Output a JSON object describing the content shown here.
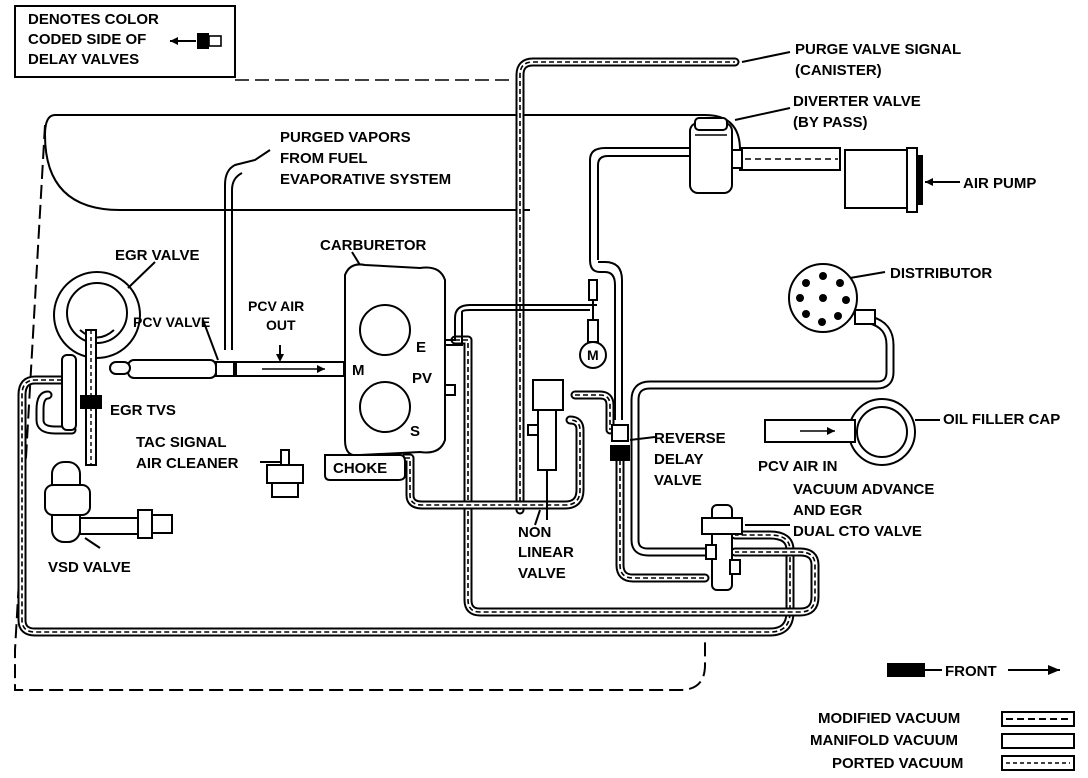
{
  "legend_box": {
    "line1": "DENOTES COLOR",
    "line2": "CODED SIDE OF",
    "line3": "DELAY VALVES"
  },
  "labels": {
    "purge_valve_1": "PURGE VALVE SIGNAL",
    "purge_valve_2": "(CANISTER)",
    "diverter_1": "DIVERTER VALVE",
    "diverter_2": "(BY PASS)",
    "air_pump": "AIR PUMP",
    "purged_1": "PURGED VAPORS",
    "purged_2": "FROM FUEL",
    "purged_3": "EVAPORATIVE SYSTEM",
    "carburetor": "CARBURETOR",
    "egr_valve": "EGR VALVE",
    "pcv_valve": "PCV VALVE",
    "pcv_air_out_1": "PCV AIR",
    "pcv_air_out_2": "OUT",
    "port_m": "M",
    "port_e": "E",
    "port_pv": "PV",
    "port_s": "S",
    "choke": "CHOKE",
    "egr_tvs": "EGR TVS",
    "tac_1": "TAC SIGNAL",
    "tac_2": "AIR CLEANER",
    "vsd_valve": "VSD VALVE",
    "distributor": "DISTRIBUTOR",
    "motor_m": "M",
    "oil_filler_cap": "OIL FILLER CAP",
    "reverse_1": "REVERSE",
    "reverse_2": "DELAY",
    "reverse_3": "VALVE",
    "pcv_air_in": "PCV AIR IN",
    "vac_adv_1": "VACUUM ADVANCE",
    "vac_adv_2": "AND EGR",
    "vac_adv_3": "DUAL CTO VALVE",
    "non_linear_1": "NON",
    "non_linear_2": "LINEAR",
    "non_linear_3": "VALVE",
    "front": "FRONT"
  },
  "legend": {
    "modified": "MODIFIED VACUUM",
    "manifold": "MANIFOLD VACUUM",
    "ported": "PORTED VACUUM"
  }
}
